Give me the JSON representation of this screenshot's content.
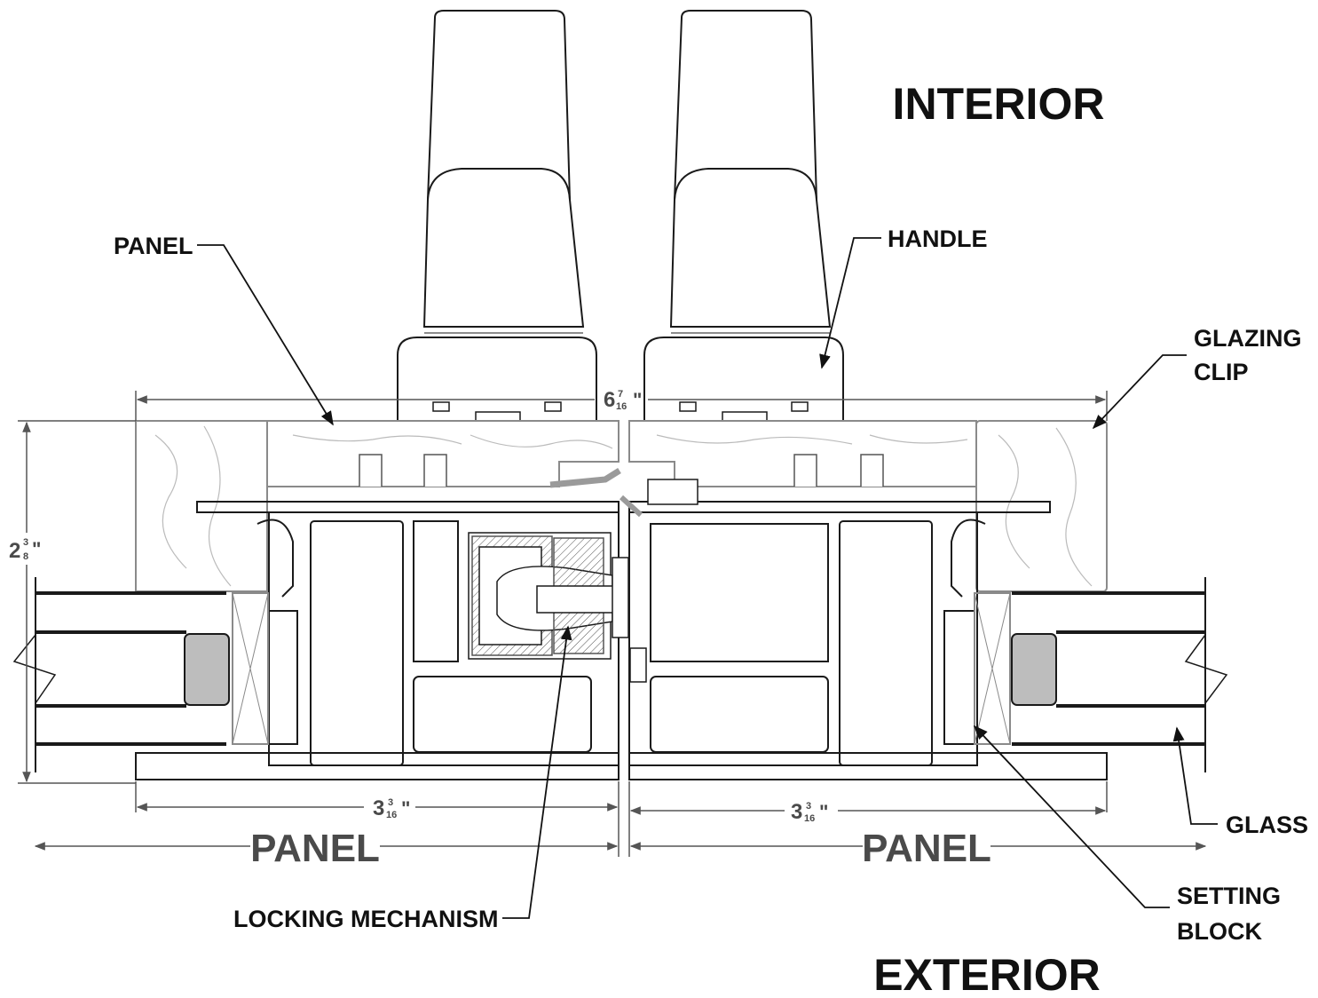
{
  "orientation": {
    "interior": "INTERIOR",
    "exterior": "EXTERIOR"
  },
  "callouts": {
    "panel": "PANEL",
    "handle": "HANDLE",
    "glazing_clip_line1": "GLAZING",
    "glazing_clip_line2": "CLIP",
    "glass": "GLASS",
    "setting_block_line1": "SETTING",
    "setting_block_line2": "BLOCK",
    "locking_mechanism": "LOCKING MECHANISM"
  },
  "panel_labels": {
    "left": "PANEL",
    "right": "PANEL"
  },
  "dimensions": {
    "overall_width": {
      "whole": "6",
      "num": "7",
      "den": "16",
      "unit": "\""
    },
    "height": {
      "whole": "2",
      "num": "3",
      "den": "8",
      "unit": "\""
    },
    "left_panel": {
      "whole": "3",
      "num": "3",
      "den": "16",
      "unit": "\""
    },
    "right_panel": {
      "whole": "3",
      "num": "3",
      "den": "16",
      "unit": "\""
    }
  },
  "colors": {
    "line": "#1a1a1a",
    "light_line": "#8a8a8a",
    "wood_line": "#b0b0b0",
    "gasket": "#9a9a9a",
    "seal_fill": "#bdbdbd"
  }
}
